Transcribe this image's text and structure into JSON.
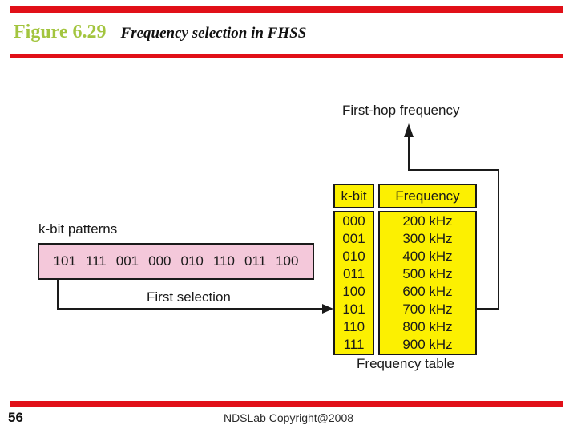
{
  "header": {
    "figure_label": "Figure 6.29",
    "figure_title": "Frequency selection in FHSS"
  },
  "footer": {
    "page_number": "56",
    "copyright": "NDSLab Copyright@2008"
  },
  "diagram": {
    "first_hop_label": "First-hop frequency",
    "kbit_patterns_label": "k-bit patterns",
    "patterns": [
      "101",
      "111",
      "001",
      "000",
      "010",
      "110",
      "011",
      "100"
    ],
    "first_selection_label": "First selection",
    "frequency_table_label": "Frequency table",
    "table": {
      "headers": [
        "k-bit",
        "Frequency"
      ],
      "rows": [
        {
          "kbit": "000",
          "frequency": "200 kHz"
        },
        {
          "kbit": "001",
          "frequency": "300 kHz"
        },
        {
          "kbit": "010",
          "frequency": "400 kHz"
        },
        {
          "kbit": "011",
          "frequency": "500 kHz"
        },
        {
          "kbit": "100",
          "frequency": "600 kHz"
        },
        {
          "kbit": "101",
          "frequency": "700 kHz"
        },
        {
          "kbit": "110",
          "frequency": "800 kHz"
        },
        {
          "kbit": "111",
          "frequency": "900 kHz"
        }
      ],
      "selected_kbit": "101",
      "selected_frequency": "700 kHz"
    }
  },
  "colors": {
    "accent_red": "#e11018",
    "figure_label_green": "#a3c53f",
    "table_yellow": "#fcf001",
    "patterns_pink": "#f4c8da",
    "line_black": "#1a1a1a"
  }
}
